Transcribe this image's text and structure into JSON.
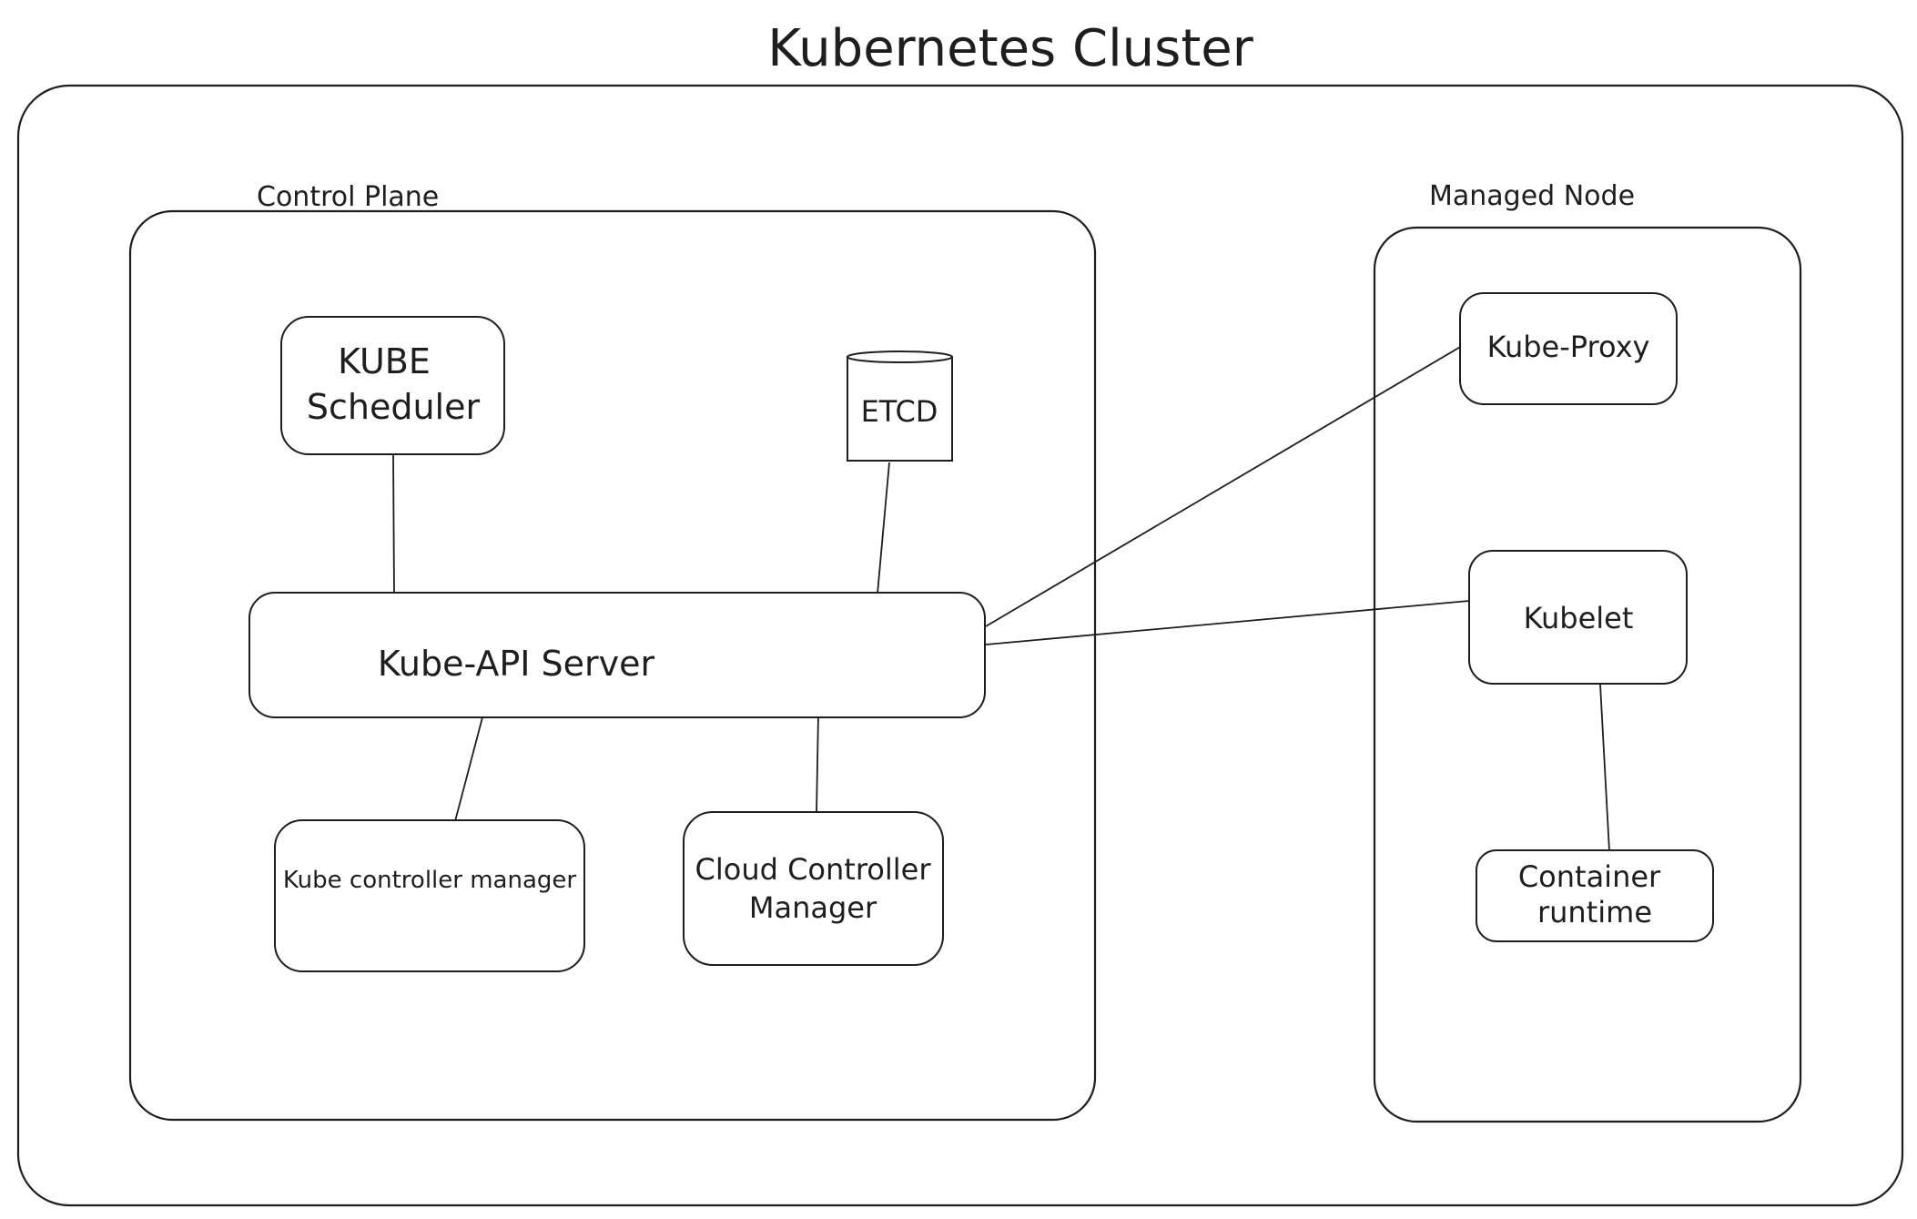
{
  "diagram": {
    "title": "Kubernetes Cluster",
    "groups": {
      "control_plane": "Control Plane",
      "managed_node": "Managed Node"
    },
    "nodes": {
      "kube_scheduler": [
        "KUBE",
        "Scheduler"
      ],
      "etcd": "ETCD",
      "kube_api_server": "Kube-API Server",
      "kube_controller_manager": "Kube controller manager",
      "cloud_controller_manager": [
        "Cloud Controller",
        "Manager"
      ],
      "kube_proxy": "Kube-Proxy",
      "kubelet": "Kubelet",
      "container_runtime": [
        "Container",
        "runtime"
      ]
    },
    "edges": [
      {
        "from": "kube_scheduler",
        "to": "kube_api_server"
      },
      {
        "from": "etcd",
        "to": "kube_api_server"
      },
      {
        "from": "kube_api_server",
        "to": "kube_controller_manager"
      },
      {
        "from": "kube_api_server",
        "to": "cloud_controller_manager"
      },
      {
        "from": "kube_api_server",
        "to": "kube_proxy"
      },
      {
        "from": "kube_api_server",
        "to": "kubelet"
      },
      {
        "from": "kubelet",
        "to": "container_runtime"
      }
    ]
  }
}
